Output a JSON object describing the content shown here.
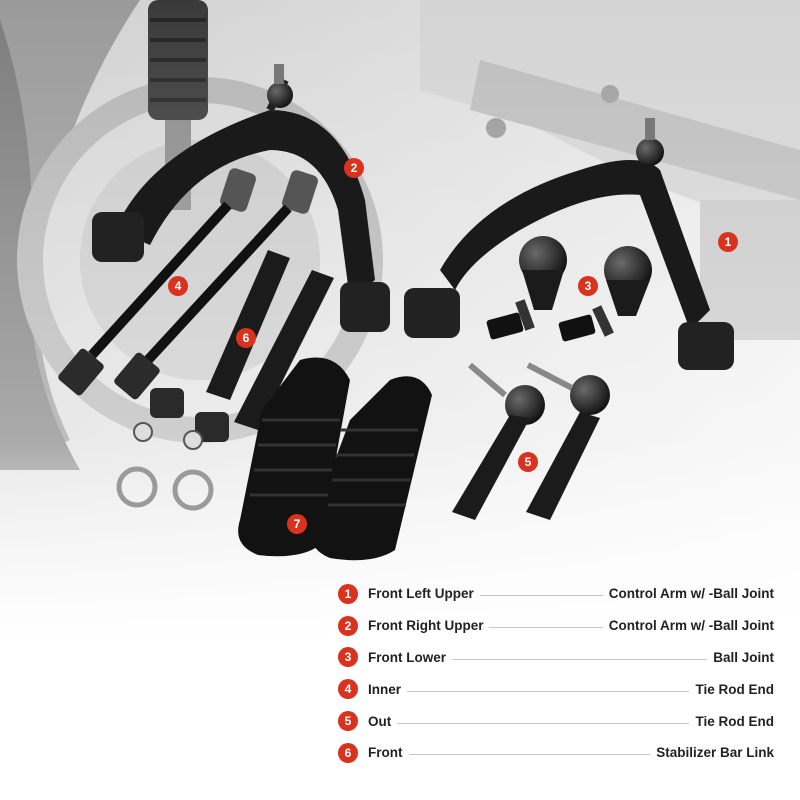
{
  "accent_color": "#d9331f",
  "legend": [
    {
      "num": "1",
      "left": "Front Left Upper",
      "right": "Control Arm w/ -Ball Joint"
    },
    {
      "num": "2",
      "left": "Front Right Upper",
      "right": "Control Arm w/ -Ball Joint"
    },
    {
      "num": "3",
      "left": "Front Lower",
      "right": "Ball Joint"
    },
    {
      "num": "4",
      "left": "Inner",
      "right": "Tie Rod End"
    },
    {
      "num": "5",
      "left": "Out",
      "right": "Tie Rod End"
    },
    {
      "num": "6",
      "left": "Front",
      "right": "Stabilizer Bar Link"
    }
  ],
  "badges": [
    "1",
    "2",
    "3",
    "4",
    "5",
    "6",
    "7"
  ],
  "icons": {
    "photo": "suspension-parts-photo-icon"
  }
}
